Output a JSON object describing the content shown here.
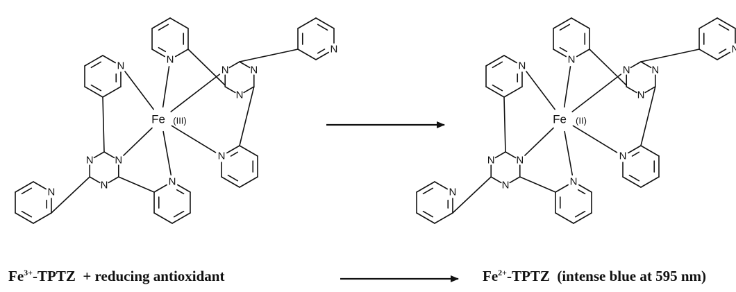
{
  "atoms": {
    "n": "N",
    "metal_left": "Fe",
    "ox_left": "(III)",
    "metal_right": "Fe",
    "ox_right": "(II)"
  },
  "caption": {
    "reactant_metal": "Fe",
    "reactant_charge": "3+",
    "reactant_ligand": "-TPTZ",
    "plus_text": "+  reducing antioxidant",
    "product_metal": "Fe",
    "product_charge": "2+",
    "product_ligand": "-TPTZ",
    "product_note": "(intense blue at 595 nm)"
  }
}
